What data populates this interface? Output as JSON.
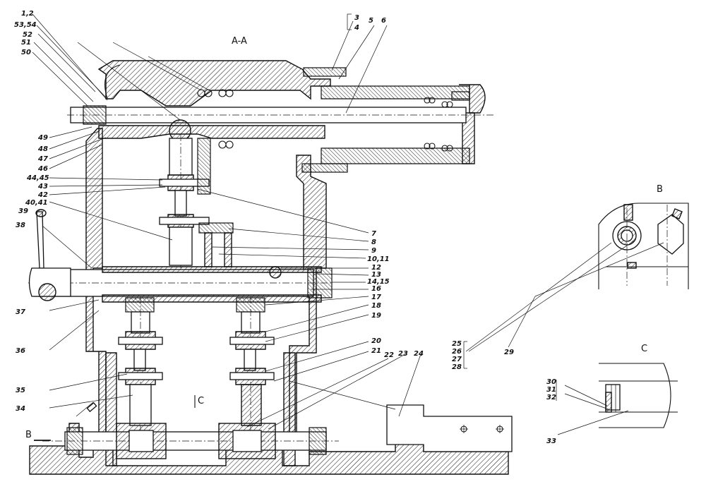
{
  "section_title": "A-A",
  "view_b_title": "B",
  "view_c_title": "C",
  "cut_b_marker": "B",
  "cut_c_marker": "C",
  "left_labels": [
    {
      "id": "l12",
      "text": "1,2"
    },
    {
      "id": "l5354",
      "text": "53,54"
    },
    {
      "id": "l52",
      "text": "52"
    },
    {
      "id": "l51",
      "text": "51"
    },
    {
      "id": "l50",
      "text": "50"
    },
    {
      "id": "l49",
      "text": "49"
    },
    {
      "id": "l48",
      "text": "48"
    },
    {
      "id": "l47",
      "text": "47"
    },
    {
      "id": "l46",
      "text": "46"
    },
    {
      "id": "l4445",
      "text": "44,45"
    },
    {
      "id": "l43",
      "text": "43"
    },
    {
      "id": "l42",
      "text": "42"
    },
    {
      "id": "l4041",
      "text": "40,41"
    },
    {
      "id": "l39",
      "text": "39"
    },
    {
      "id": "l38",
      "text": "38"
    },
    {
      "id": "l37",
      "text": "37"
    },
    {
      "id": "l36",
      "text": "36"
    },
    {
      "id": "l35",
      "text": "35"
    },
    {
      "id": "l34",
      "text": "34"
    }
  ],
  "top_labels": [
    {
      "id": "t3",
      "text": "3"
    },
    {
      "id": "t4",
      "text": "4"
    },
    {
      "id": "t5",
      "text": "5"
    },
    {
      "id": "t6",
      "text": "6"
    }
  ],
  "right_labels": [
    {
      "id": "r7",
      "text": "7"
    },
    {
      "id": "r8",
      "text": "8"
    },
    {
      "id": "r9",
      "text": "9"
    },
    {
      "id": "r1011",
      "text": "10,11"
    },
    {
      "id": "r12",
      "text": "12"
    },
    {
      "id": "r13",
      "text": "13"
    },
    {
      "id": "r1415",
      "text": "14,15"
    },
    {
      "id": "r16",
      "text": "16"
    },
    {
      "id": "r17",
      "text": "17"
    },
    {
      "id": "r18",
      "text": "18"
    },
    {
      "id": "r19",
      "text": "19"
    },
    {
      "id": "r20",
      "text": "20"
    },
    {
      "id": "r21",
      "text": "21"
    },
    {
      "id": "r22",
      "text": "22"
    },
    {
      "id": "r23",
      "text": "23"
    },
    {
      "id": "r24",
      "text": "24"
    }
  ],
  "view_b_labels": [
    {
      "id": "b25",
      "text": "25"
    },
    {
      "id": "b26",
      "text": "26"
    },
    {
      "id": "b27",
      "text": "27"
    },
    {
      "id": "b28",
      "text": "28"
    },
    {
      "id": "b29",
      "text": "29"
    }
  ],
  "view_c_labels": [
    {
      "id": "c30",
      "text": "30"
    },
    {
      "id": "c31",
      "text": "31"
    },
    {
      "id": "c32",
      "text": "32"
    },
    {
      "id": "c33",
      "text": "33"
    }
  ]
}
